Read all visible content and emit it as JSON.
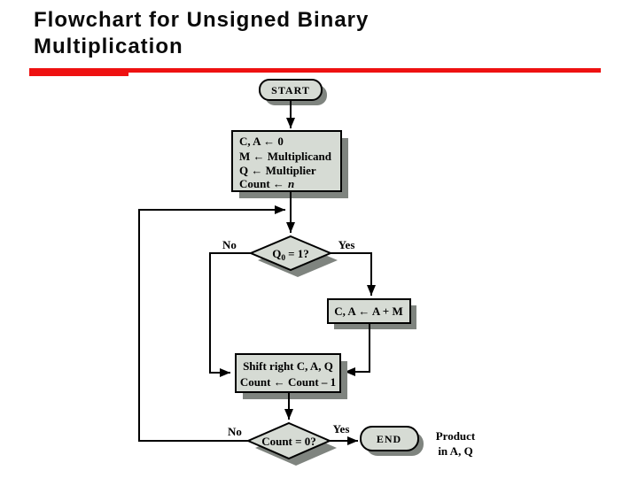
{
  "title": {
    "line1": "Flowchart for Unsigned Binary",
    "line2": "Multiplication"
  },
  "colors": {
    "accent_red": "#ee1111",
    "box_fill": "#d6dbd4",
    "shadow_gray": "#7f847f",
    "line_black": "#000000"
  },
  "flowchart": {
    "start_label": "START",
    "init_box": {
      "line1": "C, A ← 0",
      "line2": "M ← Multiplicand",
      "line3": "Q ← Multiplier",
      "line4_base": "Count ←",
      "line4_var": "n"
    },
    "decision1": {
      "base": "Q",
      "sub": "0",
      "rest": "= 1?",
      "no_label": "No",
      "yes_label": "Yes"
    },
    "add_box": {
      "label": "C, A ← A + M"
    },
    "shift_box": {
      "line1": "Shift right C, A, Q",
      "line2": "Count ← Count – 1"
    },
    "decision2": {
      "label": "Count = 0?",
      "no_label": "No",
      "yes_label": "Yes"
    },
    "end_label": "END",
    "result_note": {
      "line1": "Product",
      "line2": "in A, Q"
    }
  }
}
